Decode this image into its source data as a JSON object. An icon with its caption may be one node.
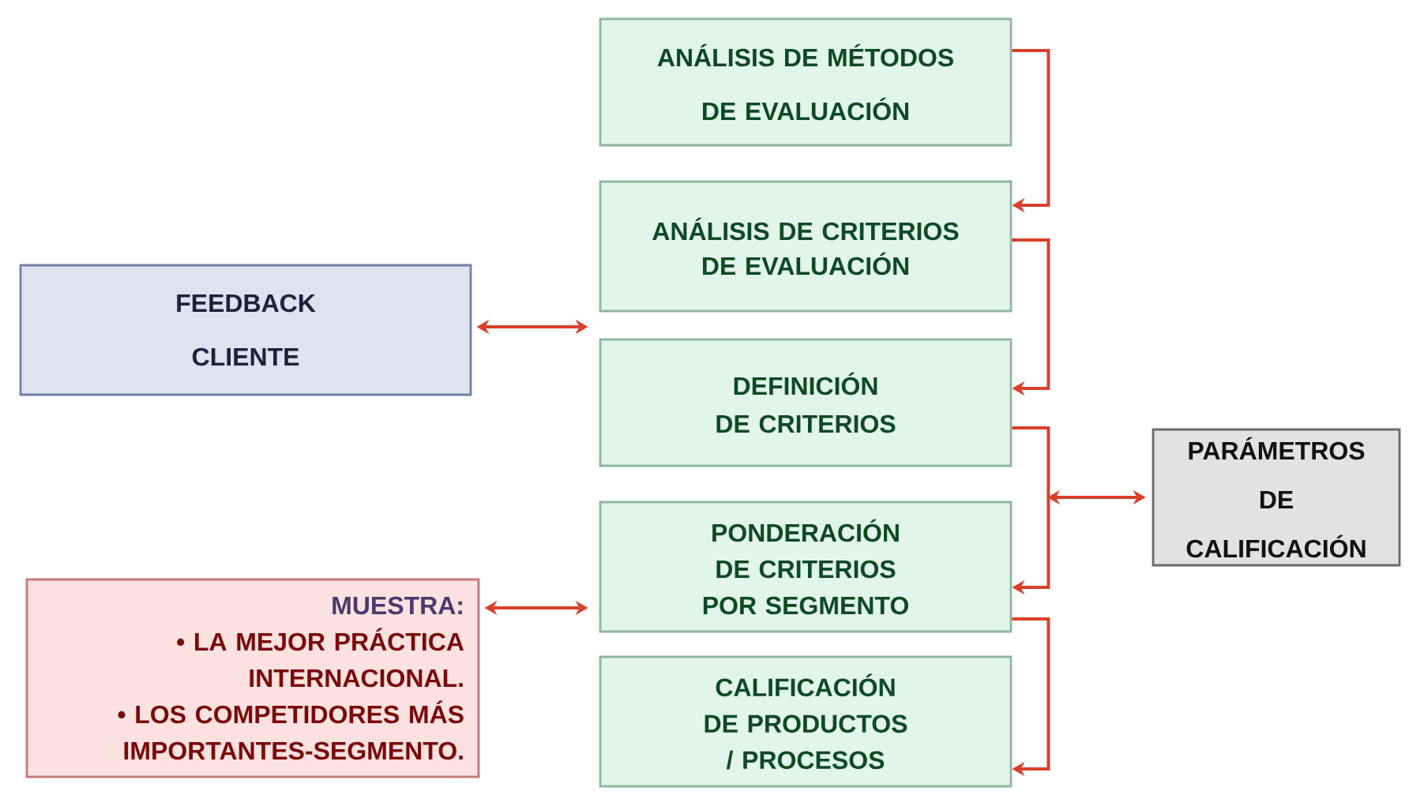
{
  "diagram": {
    "nodes": [
      {
        "text": [
          "ANÁLISIS DE MÉTODOS DE EVALUACIÓN"
        ]
      },
      {
        "text": [
          "ANÁLISIS DE CRITERIOS DE EVALUACIÓN"
        ]
      },
      {
        "text": [
          "DEFINICIÓN DE CRITERIOS"
        ]
      },
      {
        "text": [
          "PONDERACIÓN DE CRITERIOS POR SEGMENTO"
        ]
      },
      {
        "text": [
          "CALIFICACIÓN DE PRODUCTOS / PROCESOS"
        ]
      },
      {
        "text": [
          "FEEDBACK CLIENTE"
        ]
      },
      {
        "text": [
          "MUESTRA:",
          "• LA MEJOR PRÁCTICA INTERNACIONAL.",
          "• LOS COMPETIDORES MÁS IMPORTANTES-SEGMENTO."
        ]
      },
      {
        "text": [
          "PARÁMETROS DE CALIFICACIÓN"
        ]
      }
    ],
    "edges": [
      {
        "from": 0,
        "to": 1,
        "arrow": "to"
      },
      {
        "from": 1,
        "to": 2,
        "arrow": "to"
      },
      {
        "from": 2,
        "to": 3,
        "arrow": "to"
      },
      {
        "from": 3,
        "to": 4,
        "arrow": "to"
      },
      {
        "from": 5,
        "to": 2,
        "arrow": "both"
      },
      {
        "from": 6,
        "to": 3,
        "arrow": "both"
      },
      {
        "from": 7,
        "to": null,
        "arrow": "both"
      }
    ]
  }
}
